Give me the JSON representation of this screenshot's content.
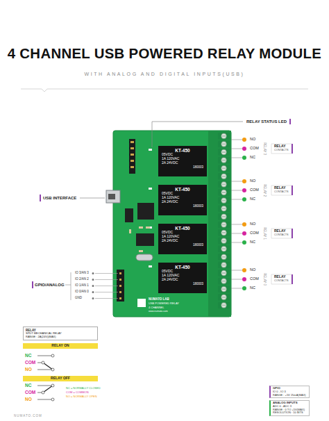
{
  "diagram": {
    "title": "4 CHANNEL USB POWERED RELAY MODULE",
    "nodes": [
      {
        "text": [
          "KT-450",
          "05VDC",
          "1A 120VAC",
          "2A 24VDC",
          "180003"
        ]
      },
      {
        "text": [
          "KT-450",
          "05VDC",
          "1A 120VAC",
          "2A 24VDC",
          "180003"
        ]
      },
      {
        "text": [
          "KT-450",
          "05VDC",
          "1A 120VAC",
          "2A 24VDC",
          "180003"
        ]
      },
      {
        "text": [
          "KT-450",
          "05VDC",
          "1A 120VAC",
          "2A 24VDC",
          "180003"
        ]
      },
      {
        "text": [
          "RELAY",
          "SPDT MECHANICAL RELAY",
          "RANGE : 2A(24V)(MAX)"
        ]
      },
      {
        "text": [
          "RELAY ON"
        ]
      },
      {
        "text": [
          "RELAY OFF"
        ]
      },
      {
        "text": [
          "GPIO",
          "IO 0 - IO 3",
          "RANGE : +5V 25mA(MAX)"
        ]
      },
      {
        "text": [
          "ANALOG INPUTS",
          "ADC 0 - ADC 3",
          "RANGE : 0 TO +5V(MAX)",
          "RESOLUTION : 10 BITS"
        ]
      }
    ],
    "labels": [
      "WITH ANALOG AND DIGITAL INPUTS(USB)",
      "RELAY STATUS LED",
      "USB INTERFACE",
      "GPIO/ANALOG",
      "IO 3/AN 3",
      "IO 2/AN 2",
      "IO 1/AN 1",
      "IO 0/AN 0",
      "GND",
      "NO",
      "COM",
      "NC",
      "NO",
      "COM",
      "NC",
      "NO",
      "COM",
      "NC",
      "NO",
      "COM",
      "NC",
      "RELAY",
      "CONTACTS",
      "RELAY",
      "CONTACTS",
      "RELAY",
      "CONTACTS",
      "RELAY",
      "CONTACTS",
      "RELAY 3",
      "RELAY 2",
      "RELAY 1",
      "RELAY 0",
      "NUMATO LAB",
      "USB POWERED RELAY",
      "4 CHANNEL",
      "www.numato.com",
      "NC",
      "COM",
      "NO",
      "NC",
      "COM",
      "NO",
      "NC = NORMALLY CLOSED",
      "COM = COMMON",
      "NO = NORMALLY OPEN",
      "NUMATO.COM"
    ]
  }
}
